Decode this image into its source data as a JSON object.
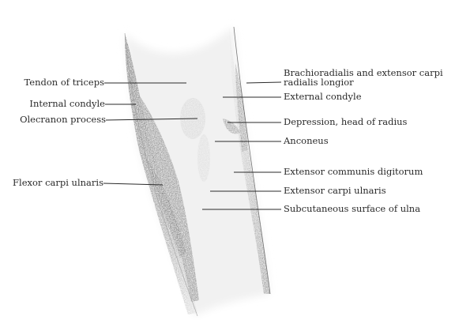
{
  "figure": {
    "labels_left": [
      {
        "id": "tendon-triceps",
        "text": "Tendon of triceps"
      },
      {
        "id": "internal-condyle",
        "text": "Internal condyle"
      },
      {
        "id": "olecranon",
        "text": "Olecranon process"
      },
      {
        "id": "flexor-carpi-ulnaris",
        "text": "Flexor carpi ulnaris"
      }
    ],
    "labels_right": [
      {
        "id": "brachioradialis",
        "line1": "Brachioradialis and extensor carpi",
        "line2": "radialis longior"
      },
      {
        "id": "external-condyle",
        "text": "External condyle"
      },
      {
        "id": "depression-radius",
        "text": "Depression, head of radius"
      },
      {
        "id": "anconeus",
        "text": "Anconeus"
      },
      {
        "id": "extensor-communis",
        "text": "Extensor communis digitorum"
      },
      {
        "id": "extensor-carpi-ulnaris",
        "text": "Extensor carpi ulnaris"
      },
      {
        "id": "subcutaneous-ulna",
        "text": "Subcutaneous surface of ulna"
      }
    ]
  },
  "colors": {
    "ink": "#2a2a2a",
    "shade_dark": "#6e6e6e",
    "shade_light": "#c4c4c4"
  }
}
